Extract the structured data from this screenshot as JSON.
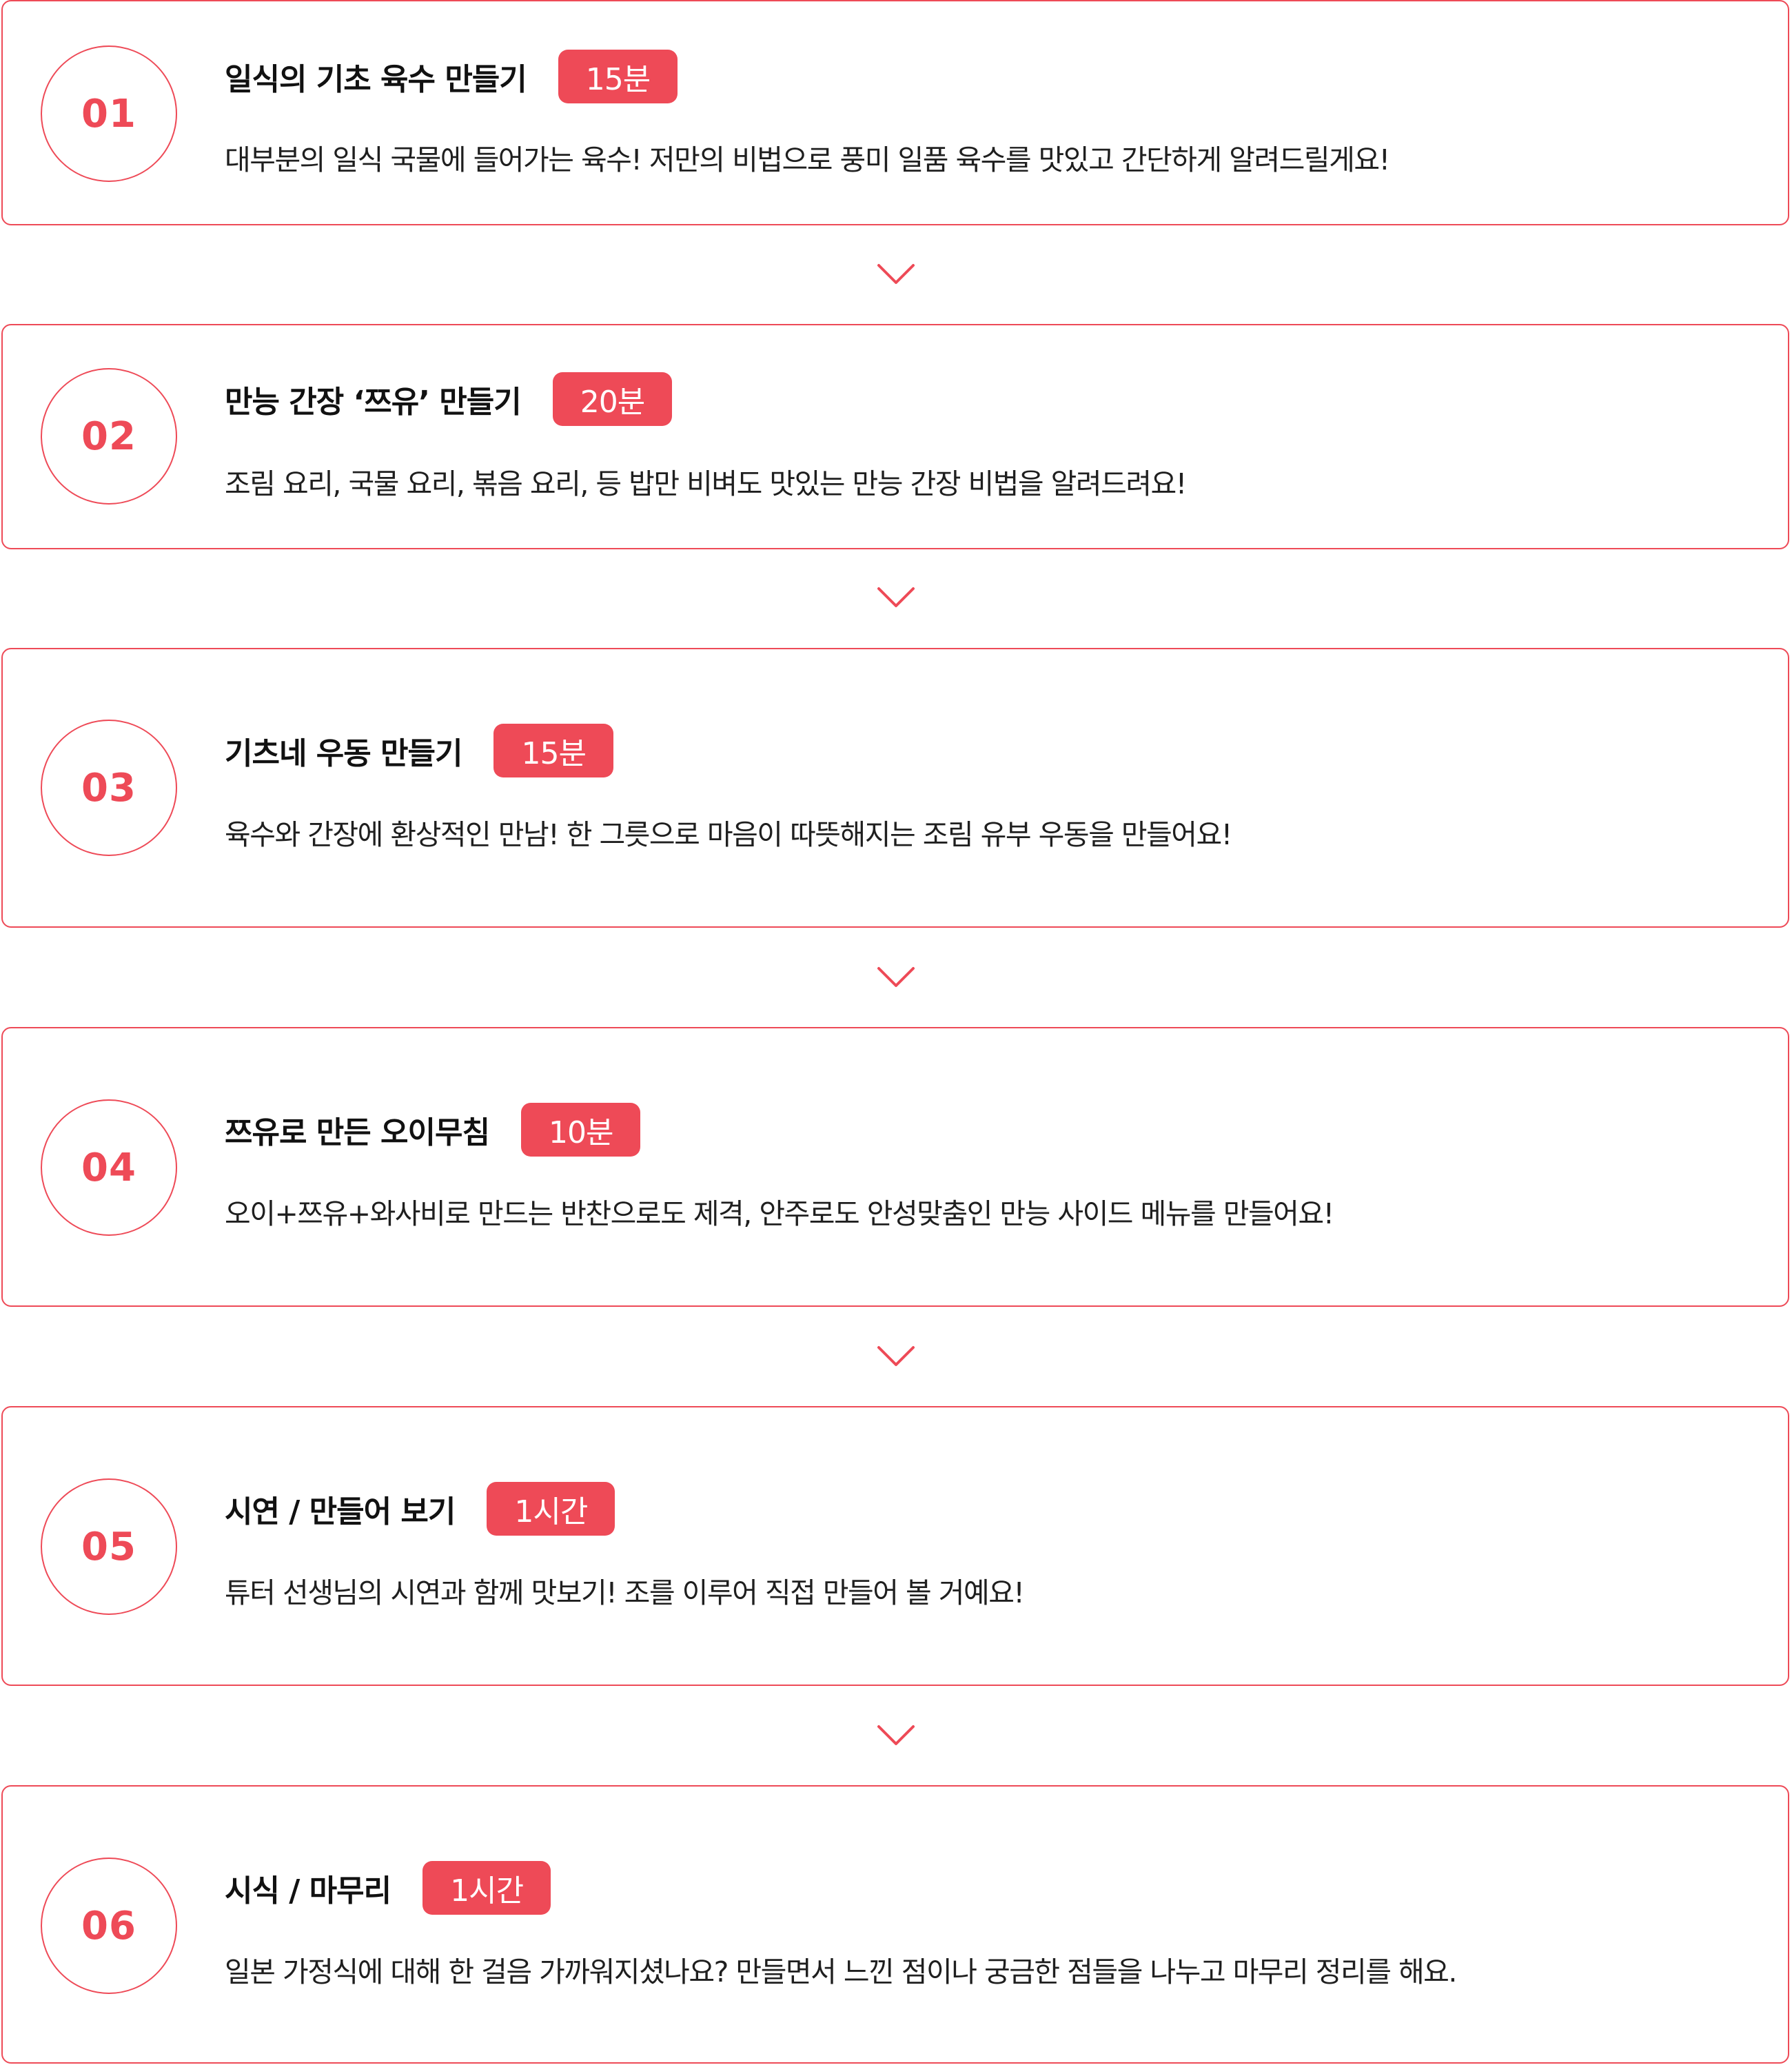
{
  "colors": {
    "accent": "#ee4a57",
    "text": "#1f1f1f",
    "background": "#ffffff"
  },
  "icons": {
    "divider": "chevron-down-icon"
  },
  "steps": [
    {
      "number": "01",
      "title": "일식의 기초 육수 만들기",
      "duration": "15분",
      "description": "대부분의 일식 국물에 들어가는 육수! 저만의 비법으로 풍미 일품 육수를 맛있고 간단하게 알려드릴게요!"
    },
    {
      "number": "02",
      "title": "만능 간장 ‘쯔유’ 만들기",
      "duration": "20분",
      "description": "조림 요리, 국물 요리, 볶음 요리, 등 밥만 비벼도 맛있는 만능 간장 비법을 알려드려요!"
    },
    {
      "number": "03",
      "title": "기츠네 우동 만들기",
      "duration": "15분",
      "description": "육수와 간장에 환상적인 만남! 한 그릇으로 마음이 따뜻해지는 조림 유부 우동을 만들어요!"
    },
    {
      "number": "04",
      "title": "쯔유로 만든 오이무침",
      "duration": "10분",
      "description": "오이+쯔유+와사비로 만드는 반찬으로도 제격, 안주로도 안성맞춤인 만능 사이드 메뉴를 만들어요!"
    },
    {
      "number": "05",
      "title": "시연 / 만들어 보기",
      "duration": "1시간",
      "description": "튜터 선생님의 시연과 함께 맛보기! 조를 이루어 직접 만들어 볼 거예요!"
    },
    {
      "number": "06",
      "title": "시식 / 마무리",
      "duration": "1시간",
      "description": "일본 가정식에 대해 한 걸음 가까워지셨나요? 만들면서 느낀 점이나 궁금한 점들을 나누고 마무리 정리를 해요."
    }
  ]
}
